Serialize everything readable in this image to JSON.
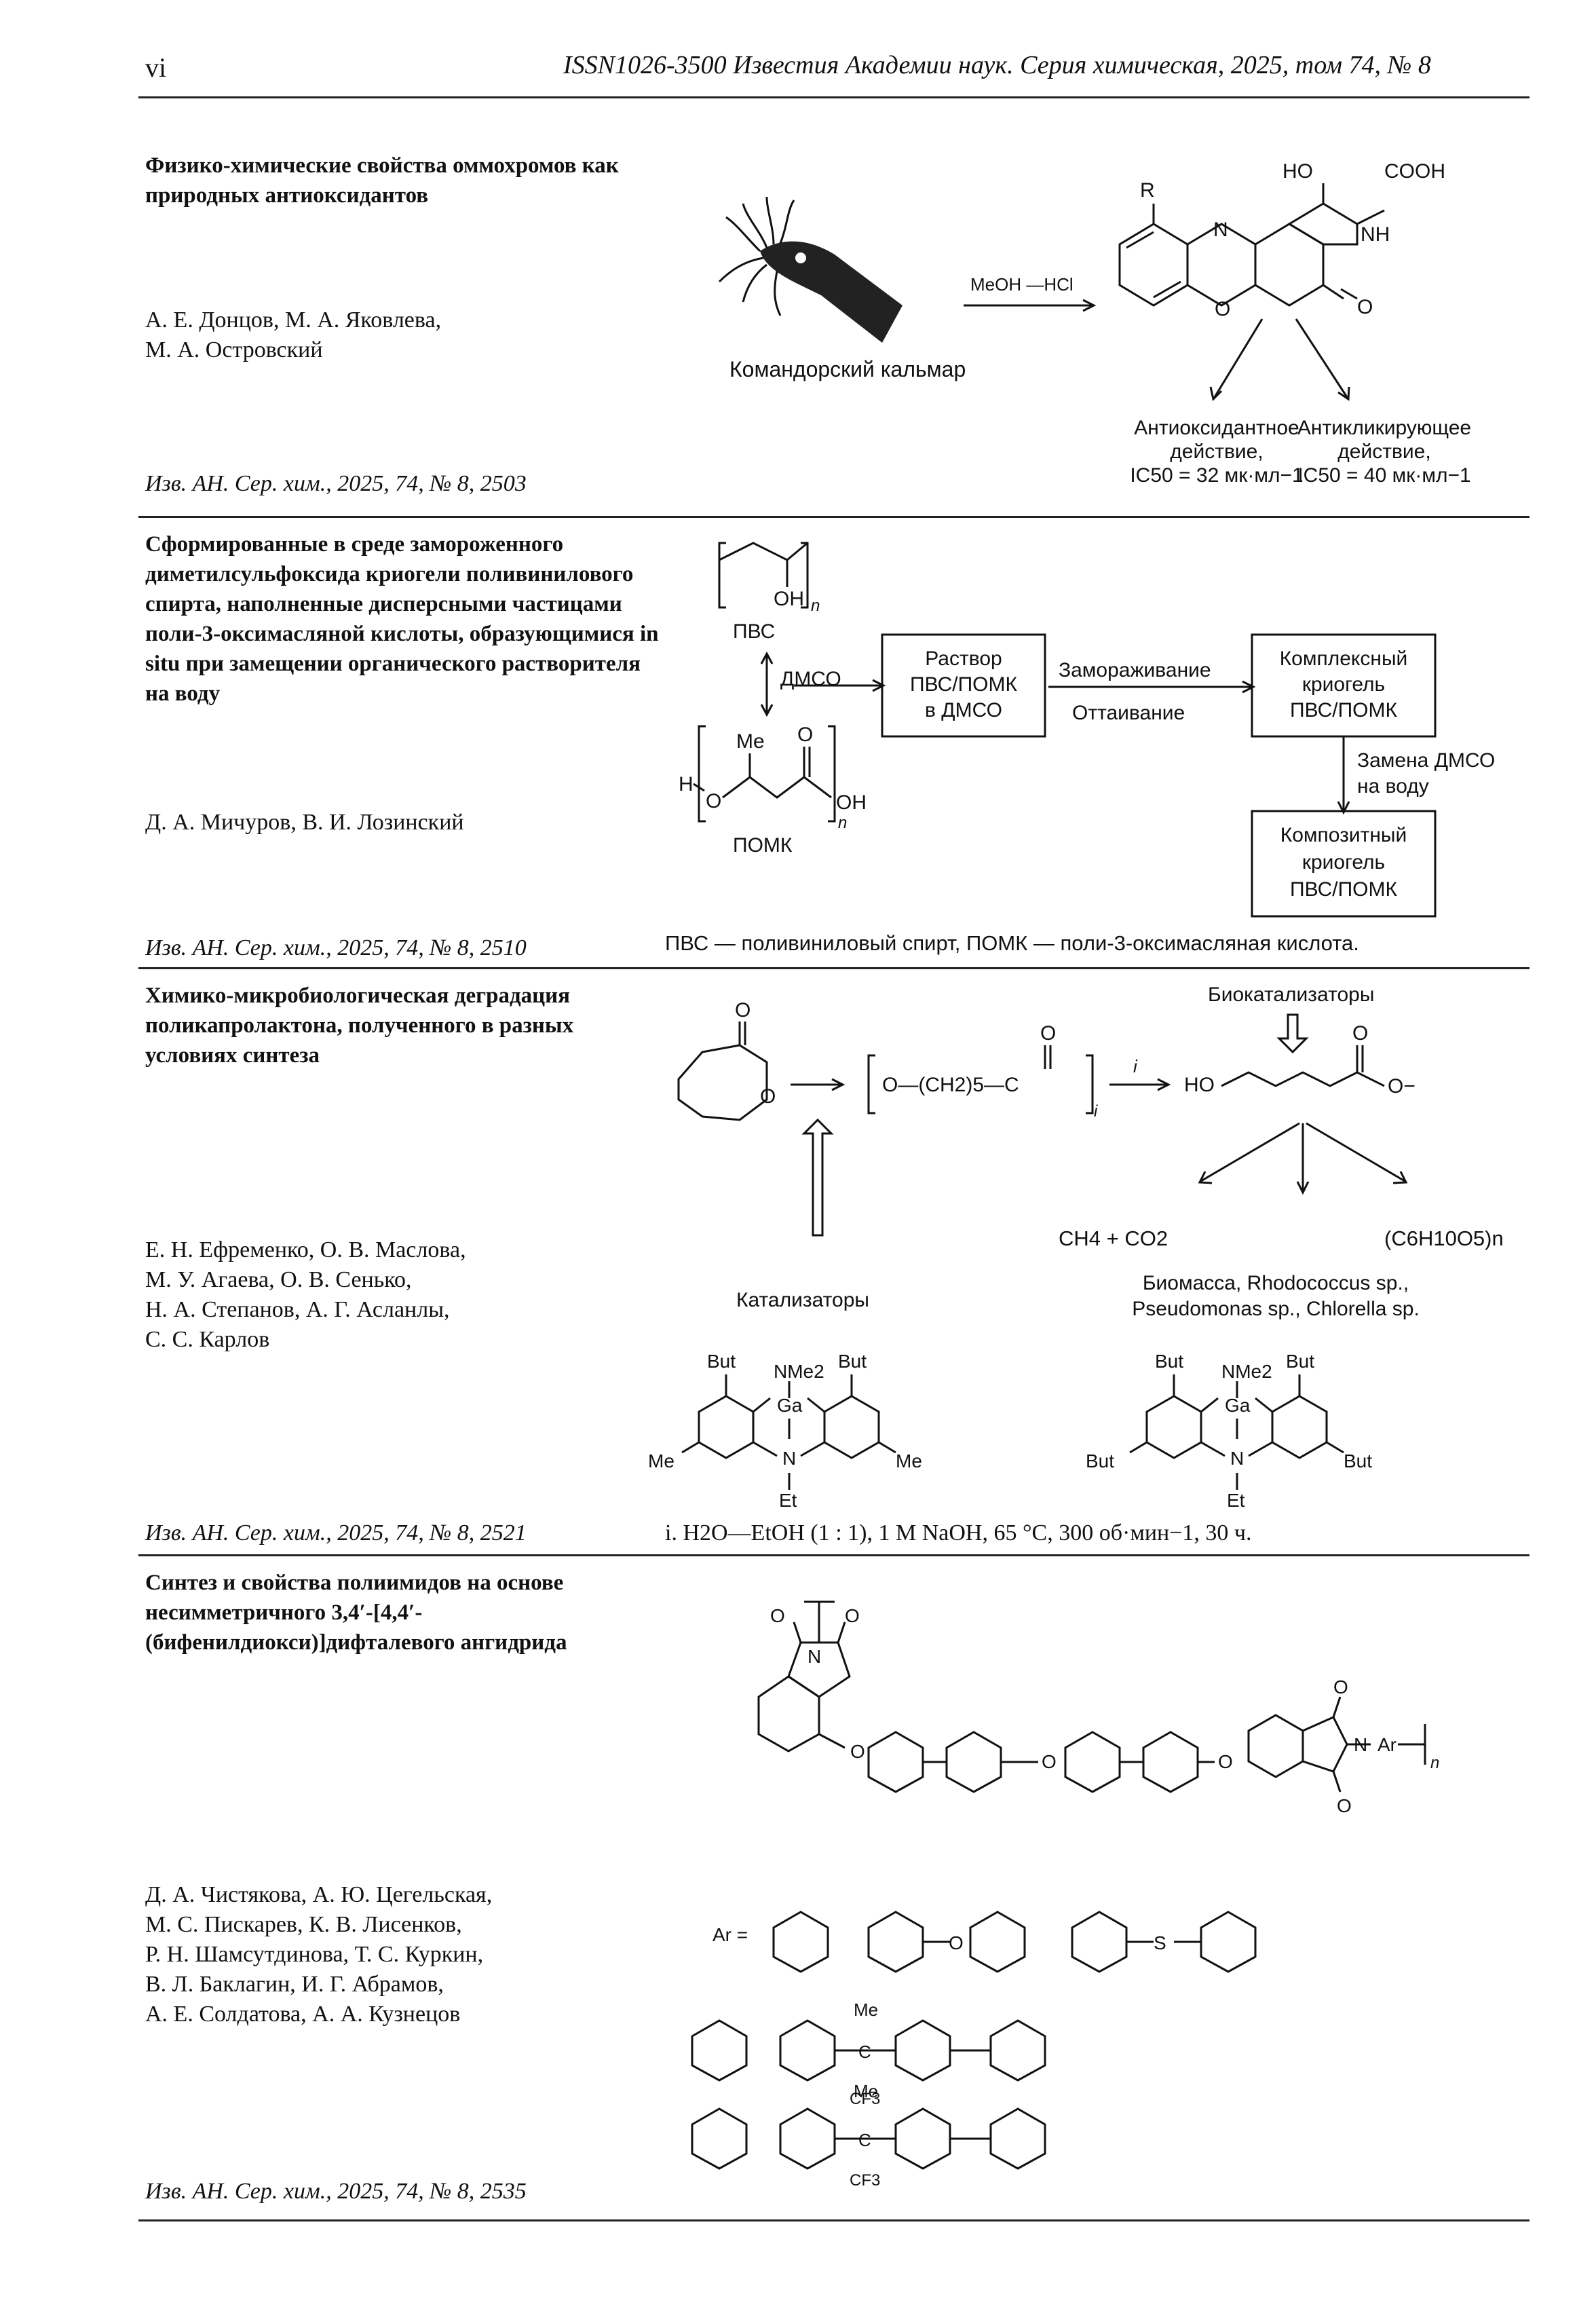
{
  "header": {
    "page_label": "vi",
    "journal": "ISSN1026-3500   Известия Академии наук. Серия химическая, 2025, том 74, № 8"
  },
  "articles": [
    {
      "title": "Физико-химические свойства оммохромов как природных антиоксидантов",
      "authors": [
        "А. Е. Донцов, М. А. Яковлева,",
        "М. А. Островский"
      ],
      "citation": "Изв. АН. Сер. хим., 2025, 74, № 8, 2503",
      "scheme": {
        "organism_label": "Командорский кальмар",
        "reagent": "MeOH —HCl",
        "substituent_R": "R",
        "group_HO": "HO",
        "group_COOH": "COOH",
        "group_NH": "NH",
        "atom_N": "N",
        "atom_O_ring": "O",
        "atom_O_ketone": "O",
        "effect1": [
          "Антиоксидантное",
          "действие,",
          "IC50 = 32 мк·мл−1"
        ],
        "effect2": [
          "Антикликирующее",
          "действие,",
          "IC50 = 40 мк·мл−1"
        ]
      }
    },
    {
      "title": "Сформированные в среде замороженного диметилсульфоксида криогели поливинилового спирта, наполненные дисперсными частицами поли-3-оксимасляной кислоты, образующимися in situ при замещении органического растворителя на воду",
      "authors": [
        "Д. А. Мичуров, В. И. Лозинский"
      ],
      "citation": "Изв. АН. Сер. хим., 2025, 74, № 8, 2510",
      "scheme": {
        "pvs_label": "ПВС",
        "pvs_OH": "OH",
        "n": "n",
        "dmso": "ДМСО",
        "pomk_label": "ПОМК",
        "pomk_H": "H",
        "pomk_Me": "Me",
        "pomk_O": "O",
        "pomk_OH": "OH",
        "box1": [
          "Раствор",
          "ПВС/ПОМК",
          "в ДМСО"
        ],
        "freeze": "Замораживание",
        "thaw": "Оттаивание",
        "box2": [
          "Комплексный",
          "криогель",
          "ПВС/ПОМК"
        ],
        "replace": [
          "Замена ДМСО",
          "на воду"
        ],
        "box3": [
          "Композитный",
          "криогель",
          "ПВС/ПОМК"
        ],
        "footnote": "ПВС — поливиниловый спирт, ПОМК — поли-3-оксимасляная кислота."
      }
    },
    {
      "title": "Химико-микробиологическая деградация поликапролактона, полученного в разных условиях синтеза",
      "authors": [
        "Е. Н. Ефременко, О. В. Маслова,",
        "М. У. Агаева, О. В. Сенько,",
        "Н. А. Степанов, А. Г. Асланлы,",
        "С. С. Карлов"
      ],
      "citation": "Изв. АН. Сер. хим., 2025, 74, № 8, 2521",
      "scheme": {
        "biocat": "Биокатализаторы",
        "cat": "Катализаторы",
        "polymer": "O—(CH2)5—C",
        "step_i": "i",
        "product_HO": "HO",
        "product_Ominus": "O−",
        "lactone_O1": "O",
        "lactone_O2": "O",
        "prod1": "CH4 + CO2",
        "prod2": "(C6H10O5)n",
        "biomass": [
          "Биомасса, Rhodococcus sp.,",
          "Pseudomonas sp., Chlorella sp."
        ],
        "cat1": {
          "tbu": "But",
          "nme2": "NMe2",
          "ga": "Ga",
          "n": "N",
          "et": "Et",
          "me": "Me"
        },
        "cat2": {
          "tbu": "But",
          "nme2": "NMe2",
          "ga": "Ga",
          "n": "N",
          "et": "Et"
        },
        "conditions": "i. H2O—EtOH (1 : 1), 1 M NaOH, 65 °C, 300 об·мин−1, 30 ч."
      }
    },
    {
      "title": "Синтез и свойства полиимидов на основе несимметричного 3,4′-[4,4′-(бифенилдиокси)]дифталевого ангидрида",
      "authors": [
        "Д. А. Чистякова, А. Ю. Цегельская,",
        "М. С. Пискарев, К. В. Лисенков,",
        "Р. Н. Шамсутдинова, Т. С. Куркин,",
        "В. Л. Баклагин, И. Г. Абрамов,",
        "А. Е. Солдатова, А. А. Кузнецов"
      ],
      "citation": "Изв. АН. Сер. хим., 2025, 74, № 8, 2535",
      "scheme": {
        "ar_label": "Ar =",
        "n_atom": "N",
        "o": "O",
        "ar": "Ar",
        "n": "n",
        "me": "Me",
        "cf3": "CF3",
        "c": "C",
        "s": "S"
      }
    }
  ]
}
